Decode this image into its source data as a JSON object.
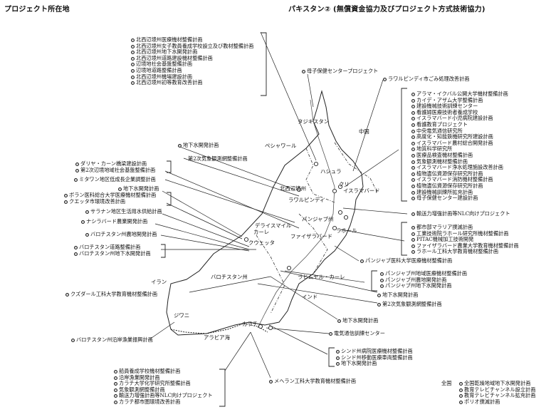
{
  "header": {
    "left_title": "プロジェクト所在地",
    "right_title": "パキスタン② (無償資金協力及びプロジェクト方式技術協力)"
  },
  "places": {
    "tajikistan": "タジキスタン",
    "china": "中国",
    "peshawar": "ペシャワール",
    "kuri": "クリ",
    "islamabad": "イスラマバード",
    "kohat": "ハシュラ",
    "nw_frontier": "北西辺境州",
    "rawalpindi": "ラワルピンディ",
    "punjab": "パンジャブ州",
    "dera_ismail_khan": "デライスマイル",
    "karez": "カーレ",
    "faisalabad": "ファイザラバード",
    "lahore": "ラホール",
    "quetta": "クウェッタ",
    "balochistan": "バロチスタン州",
    "rahim_yar_khan": "ラヒムヤル・カーレ",
    "iran": "イラン",
    "india": "インド",
    "gwadar": "ジワニ",
    "arabian_sea": "アラビア海",
    "karachi": "カラチ"
  },
  "projects": {
    "nwfp_group": [
      "北西辺境州医療機材整備計画",
      "北西辺境州女子教員養成学校設立及び教材整備計画",
      "北西辺境州地下水開発計画",
      "北西辺境州道路建設機材整備計画",
      "辺境地社会基盤整備計画",
      "辺境地道路整備計画",
      "北西辺境州機場建設計画",
      "北西辺境州初等教育改善計画"
    ],
    "mch": "母子保健センタープロジェクト",
    "rawalpindi_waste": "ラワルピンディ市ごみ処理改善計画",
    "islamabad_group": [
      "アラマ・イクバル公開大学機材整備計画",
      "カイデ・アザム大学整備計画",
      "建設機械技術訓練センター",
      "看護婦医療技術者養成学校",
      "イスラマバード小児病院建設計画",
      "看護教育プロジェクト",
      "中央電気通信研究所",
      "高度化・知能鉄機研究所建設計画",
      "イスラマバード農村総合開発計画",
      "地質科学研究所",
      "医療品検査機材整備計画",
      "気象観測機材整備計画",
      "イスラマバード浄水処理施設改善計画",
      "植物遺伝資源保存研究所計画",
      "イスラマバード消防機材整備計画",
      "植物遺伝資源保存研究所計画",
      "建設機械訓練所拡充計画",
      "母子保健センター建設計画"
    ],
    "transport_nlc": "輸送力増強計画等NLC向けプロジェクト",
    "gw_dev": "地下水開発計画",
    "weather_radar": "第2次気象観測網整備計画",
    "bridge_group": [
      "ダリヤ・カーン橋梁建設計画",
      "第2次辺境地域社会基盤整備計画"
    ],
    "mirpur": "ミタワン地区低成長企業調整計画",
    "gw_dev2": "地下水開発計画",
    "bolan_group": [
      "ボラン医科総合大学医療機材整備計画",
      "クエッタ市環境改善計画"
    ],
    "sarhana": "サラナン地区生活用水供給計画",
    "nasirabad": "ナシラバード農業開発計画",
    "baluch_farm": "バロチスタン州農地開発計画",
    "baluch_road_group": [
      "バロチスタン道路整備計画",
      "バロチスタン州地下水開発計画"
    ],
    "khuzdar": "クズダール工科大学教育機材整備計画",
    "baluch_fish": "バロチスタン州沿岸漁業振興計画",
    "lahore_group": [
      "都市部マラリア撲滅計画",
      "工業技術院ラホール研究所機材整備計画",
      "PITAC機械加工技術開発",
      "ファイザラバード農業大学教育機材整備計画",
      "ラホール工科大学教育機材整備計画"
    ],
    "punjab_medical": "パンジャブ医科大学医療機材整備計画",
    "punjab_group": [
      "パンジャブ州地域医療機材整備計画",
      "パンジャブ州農地開発計画",
      "パンジャブ州地下水開発計画"
    ],
    "gw_dev3": "地下水開発計画",
    "weather_radar2": "第2次気象観測網整備計画",
    "gw_dev4": "地下水開発計画",
    "telecom": "電気通信訓練センター",
    "sindh_group": [
      "シンド州病院医療機材整備計画",
      "シンド州移動医療車両整備計画",
      "地下水開発計画"
    ],
    "mehran": "メヘラン工科大学教育機材整備計画",
    "karachi_group": [
      "船員養成学校機材整備計画",
      "沿岸漁業開発計画",
      "カラチ大学化学研究所整備計画",
      "気象観測網整備計画",
      "輸送力増強計画等NLC向けプロジェクト",
      "カラチ都市圏環境改善計画"
    ],
    "nationwide_label": "全国",
    "nationwide_group": [
      "全国乾燥地域地下水開発計画",
      "教育テレビチャンネル設立計画",
      "教育テレビチャンネル拡充計画",
      "ポリオ撲滅計画"
    ]
  }
}
